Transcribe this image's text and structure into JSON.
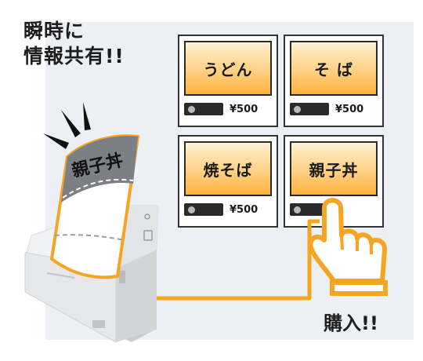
{
  "headline": {
    "line1": "瞬時に",
    "line2": "情報共有!!"
  },
  "menu": [
    {
      "name": "うどん",
      "price": "¥500"
    },
    {
      "name": "そ ば",
      "price": "¥500"
    },
    {
      "name": "焼そば",
      "price": "¥500"
    },
    {
      "name": "親子丼",
      "price": ""
    }
  ],
  "ticket": {
    "text": "親子丼"
  },
  "buy_label": "購入!!",
  "colors": {
    "accent": "#f4a623",
    "button_top": "#fff0d2",
    "button_bottom": "#ffb23c",
    "printer": "#e9eaeb"
  },
  "icons": [
    "printer-icon",
    "hand-pointer-icon",
    "ticket-icon",
    "burst-lines-icon"
  ]
}
